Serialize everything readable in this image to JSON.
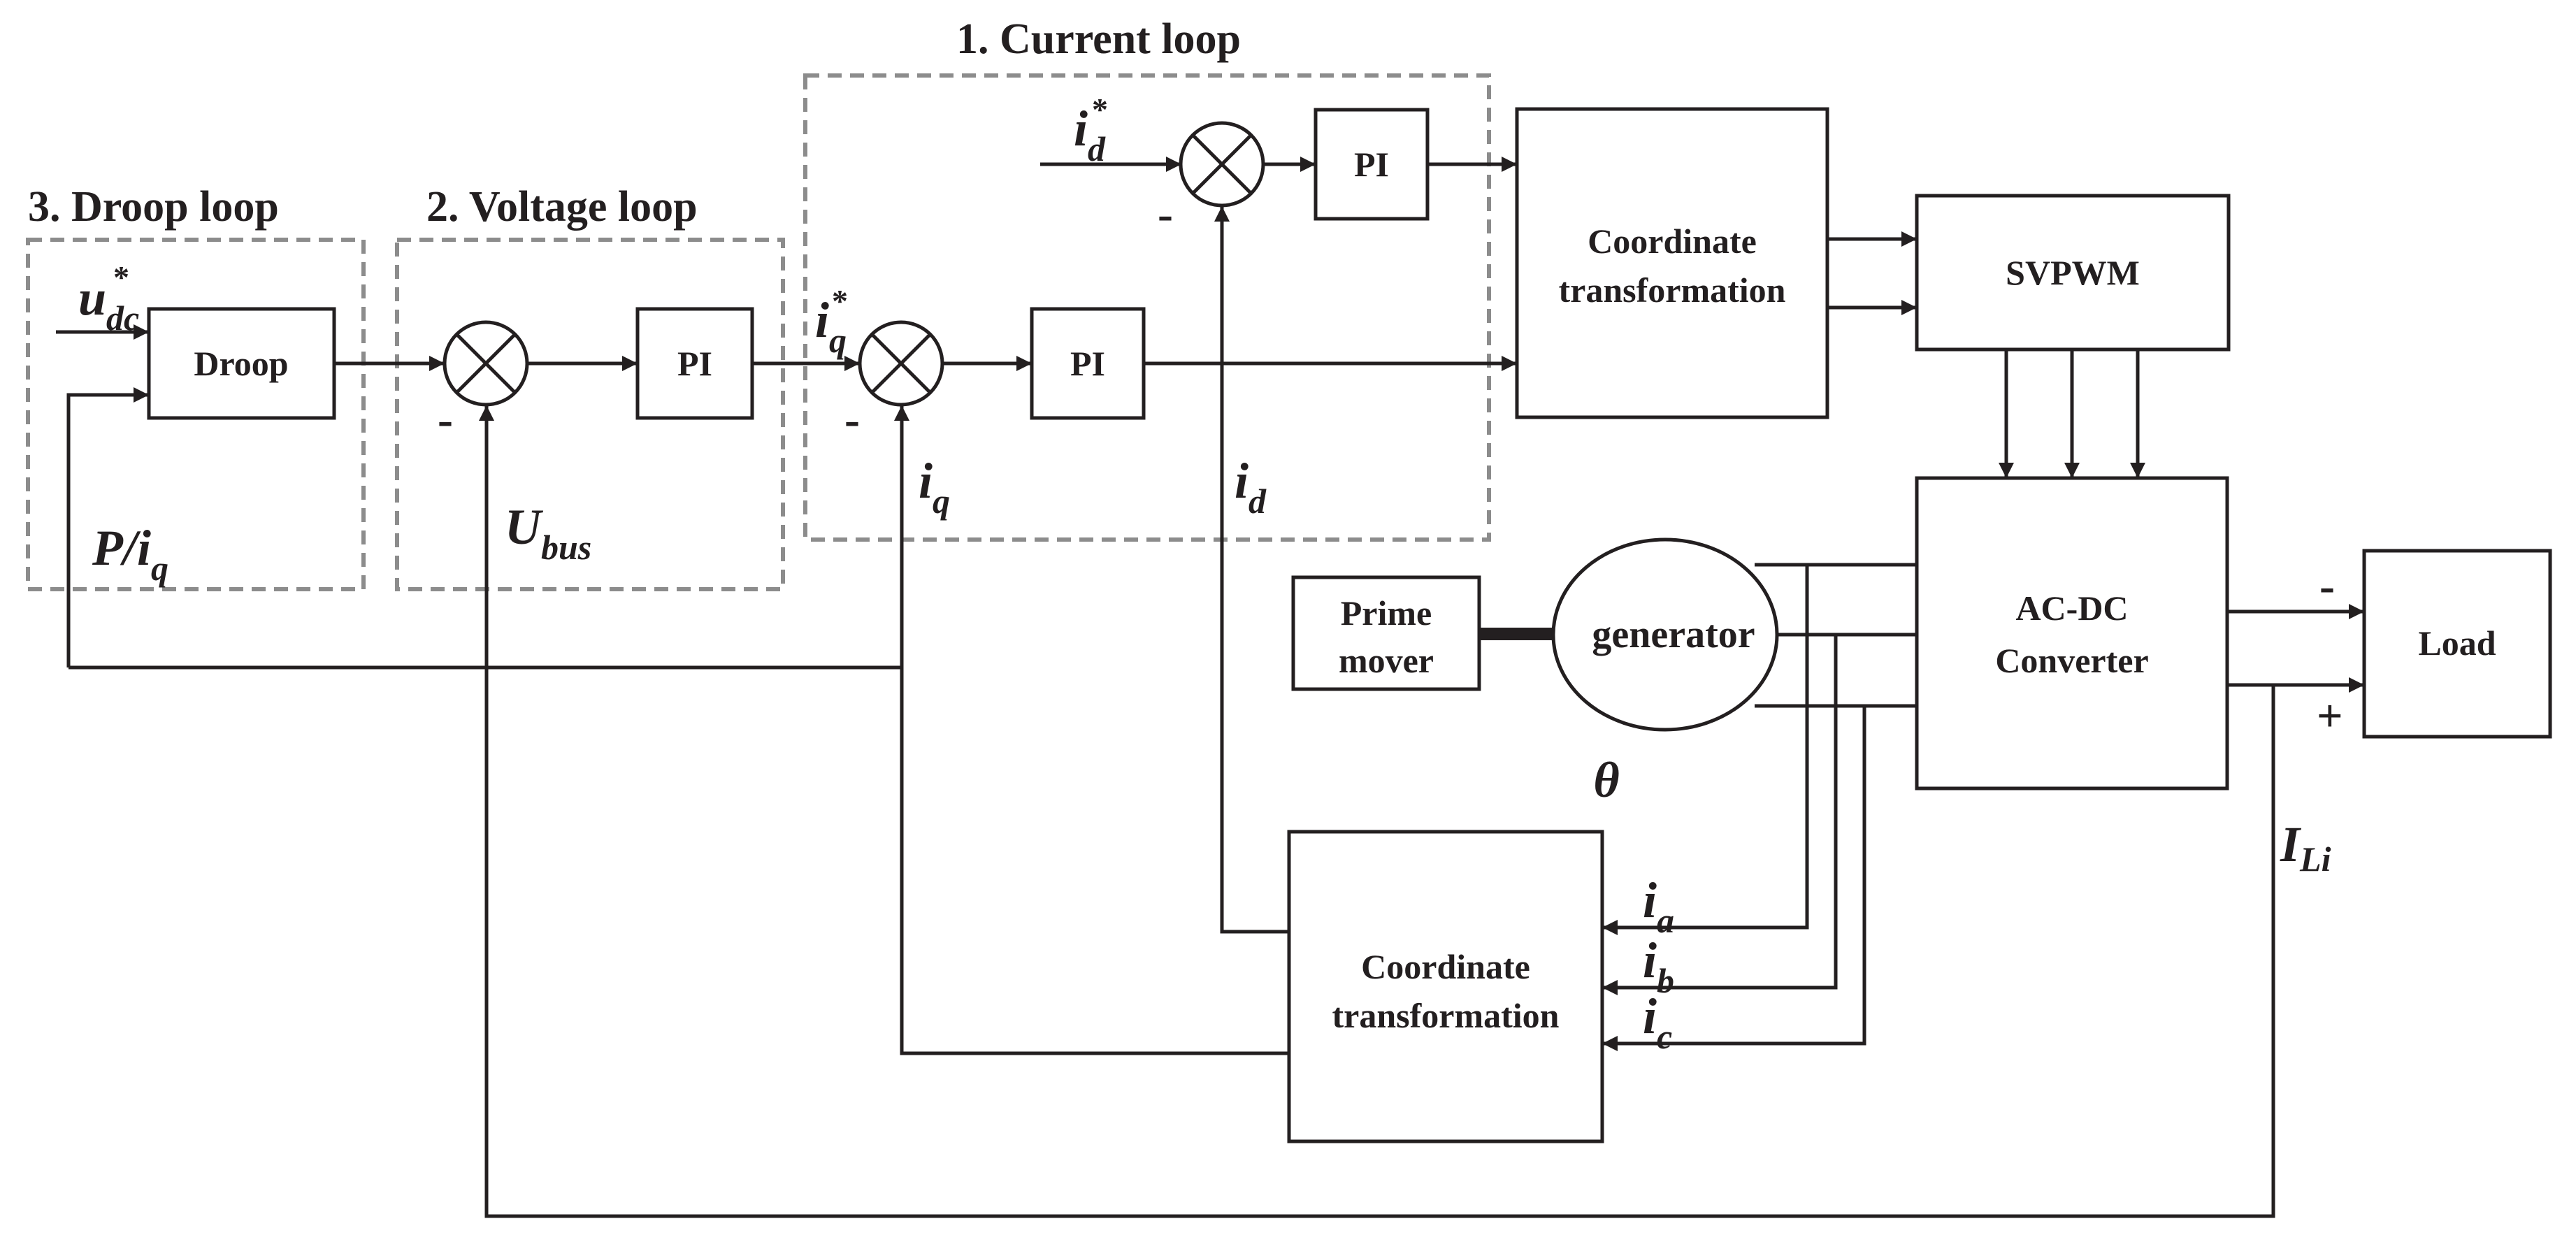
{
  "groups": {
    "current_loop": "1. Current loop",
    "voltage_loop": "2. Voltage loop",
    "droop_loop": "3. Droop loop"
  },
  "blocks": {
    "droop": "Droop",
    "pi": "PI",
    "coord_top_line1": "Coordinate",
    "coord_top_line2": "transformation",
    "svpwm": "SVPWM",
    "acdc_line1": "AC-DC",
    "acdc_line2": "Converter",
    "load": "Load",
    "prime_line1": "Prime",
    "prime_line2": "mover",
    "generator": "generator",
    "coord_bot_line1": "Coordinate",
    "coord_bot_line2": "transformation"
  },
  "signals": {
    "udc_main": "u",
    "udc_sub": "dc",
    "star": "*",
    "p_iq_main": "P/i",
    "p_iq_sub": "q",
    "ubus_main": "U",
    "ubus_sub": "bus",
    "iq_main": "i",
    "iq_sub": "q",
    "id_main": "i",
    "id_sub": "d",
    "theta": "θ",
    "ili_main": "I",
    "ili_sub": "Li",
    "ia_main": "i",
    "ia_sub": "a",
    "ib_main": "i",
    "ib_sub": "b",
    "ic_main": "i",
    "ic_sub": "c"
  },
  "signs": {
    "minus": "-",
    "plus": "+"
  }
}
